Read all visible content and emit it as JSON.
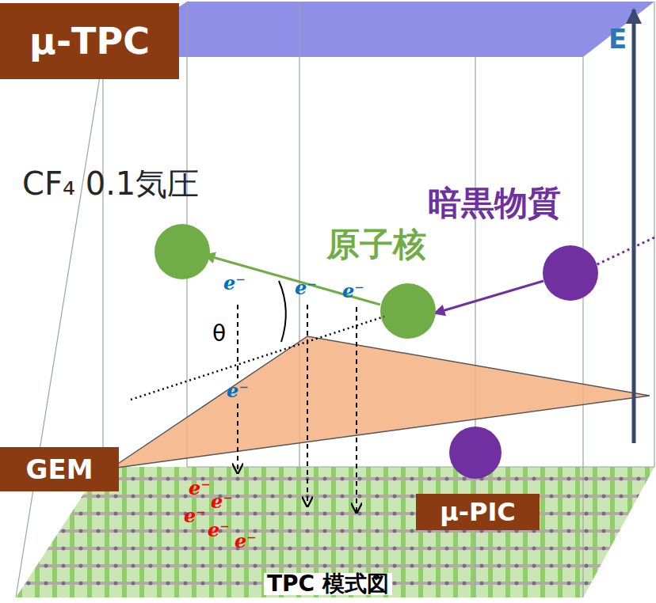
{
  "diagram": {
    "caption": "TPC 模式図",
    "nodes": [
      {
        "text": [
          "μ-TPC"
        ]
      },
      {
        "text": [
          "GEM"
        ]
      },
      {
        "text": [
          "μ-PIC"
        ]
      }
    ],
    "labels": [
      "CF₄ 0.1気圧",
      "暗黒物質",
      "原子核",
      "e⁻",
      "e⁻",
      "e⁻",
      "θ",
      "e⁻",
      "e⁻",
      "e⁻",
      "e⁻",
      "e⁻",
      "e⁻",
      "E"
    ]
  }
}
